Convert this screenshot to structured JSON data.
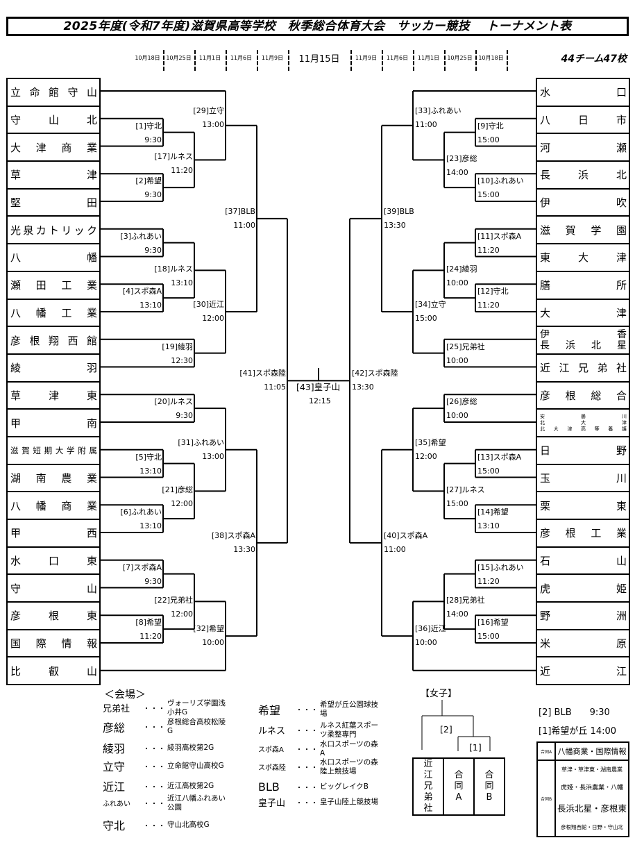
{
  "title": "2025年度(令和7年度)滋賀県高等学校　秋季総合体育大会　サッカー競技　 トーナメント表",
  "team_count": "44チーム47校",
  "dates_left": [
    "10月18日",
    "10月25日",
    "11月1日",
    "11月6日",
    "11月9日"
  ],
  "date_final": "11月15日",
  "dates_right": [
    "11月9日",
    "11月6日",
    "11月1日",
    "10月25日",
    "10月18日"
  ],
  "left_teams": [
    "立命館守山",
    "守山北",
    "大津商業",
    "草津",
    "堅田",
    "光泉カトリック",
    "八幡",
    "瀬田工業",
    "八幡工業",
    "彦根翔西館",
    "綾羽",
    "草津東",
    "甲南",
    "滋賀短期大学附属",
    "湖南農業",
    "八幡商業",
    "甲西",
    "水口東",
    "守山",
    "彦根東",
    "国際情報",
    "比叡山"
  ],
  "right_teams": [
    "水口",
    "八日市",
    "河瀬",
    "長浜北",
    "伊吹",
    "滋賀学園",
    "東大津",
    "膳所",
    "大津",
    "伊香|長浜北星",
    "近江兄弟社",
    "彦根総合",
    "安曇川|北大津|北大津高等養護",
    "日野",
    "玉川",
    "栗東",
    "彦根工業",
    "石山",
    "虎姫",
    "野洲",
    "米原",
    "近江"
  ],
  "matches": {
    "m1": {
      "label": "[1]守北",
      "time": "9:30"
    },
    "m2": {
      "label": "[2]希望",
      "time": "9:30"
    },
    "m3": {
      "label": "[3]ふれあい",
      "time": "9:30"
    },
    "m4": {
      "label": "[4]スポ森A",
      "time": "13:10"
    },
    "m5": {
      "label": "[5]守北",
      "time": "13:10"
    },
    "m6": {
      "label": "[6]ふれあい",
      "time": "13:10"
    },
    "m7": {
      "label": "[7]スポ森A",
      "time": "9:30"
    },
    "m8": {
      "label": "[8]希望",
      "time": "11:20"
    },
    "m9": {
      "label": "[9]守北",
      "time": "15:00"
    },
    "m10": {
      "label": "[10]ふれあい",
      "time": "15:00"
    },
    "m11": {
      "label": "[11]スポ森A",
      "time": "11:20"
    },
    "m12": {
      "label": "[12]守北",
      "time": "11:20"
    },
    "m13": {
      "label": "[13]スポ森A",
      "time": "15:00"
    },
    "m14": {
      "label": "[14]希望",
      "time": "13:10"
    },
    "m15": {
      "label": "[15]ふれあい",
      "time": "11:20"
    },
    "m16": {
      "label": "[16]希望",
      "time": "15:00"
    },
    "m17": {
      "label": "[17]ルネス",
      "time": "11:20"
    },
    "m18": {
      "label": "[18]ルネス",
      "time": "13:10"
    },
    "m19": {
      "label": "[19]綾羽",
      "time": "12:30"
    },
    "m20": {
      "label": "[20]ルネス",
      "time": "9:30"
    },
    "m21": {
      "label": "[21]彦総",
      "time": "12:00"
    },
    "m22": {
      "label": "[22]兄弟社",
      "time": "12:00"
    },
    "m23": {
      "label": "[23]彦総",
      "time": "14:00"
    },
    "m24": {
      "label": "[24]綾羽",
      "time": "10:00"
    },
    "m25": {
      "label": "[25]兄弟社",
      "time": "10:00"
    },
    "m26": {
      "label": "[26]彦総",
      "time": "10:00"
    },
    "m27": {
      "label": "[27]ルネス",
      "time": "15:00"
    },
    "m28": {
      "label": "[28]兄弟社",
      "time": "14:00"
    },
    "m29": {
      "label": "[29]立守",
      "time": "13:00"
    },
    "m30": {
      "label": "[30]近江",
      "time": "12:00"
    },
    "m31": {
      "label": "[31]ふれあい",
      "time": "13:00"
    },
    "m32": {
      "label": "[32]希望",
      "time": "10:00"
    },
    "m33": {
      "label": "[33]ふれあい",
      "time": "11:00"
    },
    "m34": {
      "label": "[34]立守",
      "time": "15:00"
    },
    "m35": {
      "label": "[35]希望",
      "time": "12:00"
    },
    "m36": {
      "label": "[36]近江",
      "time": "10:00"
    },
    "m37": {
      "label": "[37]BLB",
      "time": "11:00"
    },
    "m38": {
      "label": "[38]スポ森A",
      "time": "13:30"
    },
    "m39": {
      "label": "[39]BLB",
      "time": "13:30"
    },
    "m40": {
      "label": "[40]スポ森A",
      "time": "11:00"
    },
    "m41": {
      "label": "[41]スポ森陸",
      "time": "11:05"
    },
    "m42": {
      "label": "[42]スポ森陸",
      "time": "13:30"
    },
    "m43": {
      "label": "[43]皇子山",
      "time": "12:15"
    }
  },
  "venues": {
    "title": "＜会場＞",
    "dots": "・・・",
    "left": [
      {
        "key": "兄弟社",
        "value": "ヴォーリズ学園浅小井G"
      },
      {
        "key": "彦総",
        "value": "彦根総合高校松陵G"
      },
      {
        "key": "綾羽",
        "value": "綾羽高校第2G"
      },
      {
        "key": "立守",
        "value": "立命館守山高校G"
      },
      {
        "key": "近江",
        "value": "近江高校第2G"
      },
      {
        "key": "ふれあい",
        "value": "近江八幡ふれあい公園"
      },
      {
        "key": "守北",
        "value": "守山北高校G"
      }
    ],
    "right": [
      {
        "key": "希望",
        "value": "希望が丘公園球技場"
      },
      {
        "key": "ルネス",
        "value": "ルネス紅葉スポーツ柔整専門"
      },
      {
        "key": "スポ森A",
        "value": "水口スポーツの森A"
      },
      {
        "key": "スポ森陸",
        "value": "水口スポーツの森陸上競技場"
      },
      {
        "key": "BLB",
        "value": "ビッグレイクB"
      },
      {
        "key": "皇子山",
        "value": "皇子山陸上競技場"
      }
    ]
  },
  "girls": {
    "title": "【女子】",
    "match2": "[2]",
    "match1": "[1]",
    "teams": [
      "近江兄弟社",
      "合同A",
      "合同B"
    ],
    "schedule": [
      "[2] BLB　　9:30",
      "[1]希望が丘 14:00"
    ],
    "joint": [
      {
        "key": "合同A",
        "members": [
          "八幡商業・国際情報"
        ]
      },
      {
        "key": "合同B",
        "members": [
          "草津・草津東・湖南農業",
          "虎姫・長浜農業・八幡",
          "長浜北星・彦根東",
          "彦根翔西館・日野・守山北"
        ]
      }
    ]
  }
}
